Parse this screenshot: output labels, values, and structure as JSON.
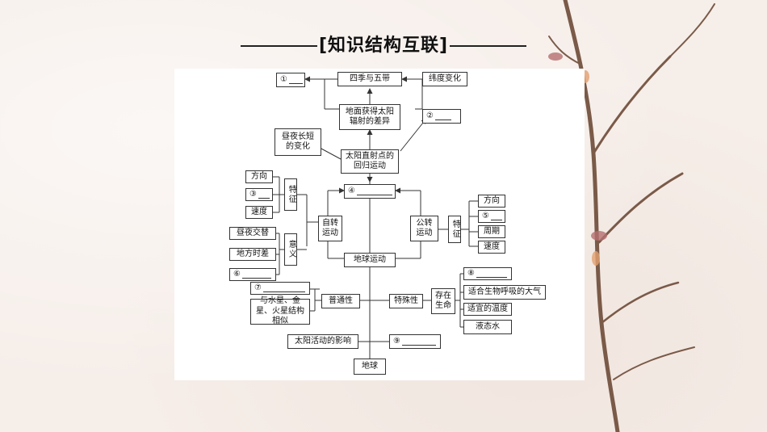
{
  "page": {
    "title": "[知识结构互联]"
  },
  "diagram": {
    "nodes": {
      "n1": "①",
      "sijiwudai": "四季与五带",
      "weidubianhua": "纬度变化",
      "dimian": "地面获得太阳辐射的差异",
      "n2": "②",
      "zhouye_changduan": "昼夜长短的变化",
      "taiyang_zhishedian": "太阳直射点的回归运动",
      "fangxiang_l": "方向",
      "n3": "③",
      "sudu_l": "速度",
      "tezheng_l": "特征",
      "n4": "④",
      "zizhuan": "自转运动",
      "gongzhuan": "公转运动",
      "tezheng_r": "特征",
      "fangxiang_r": "方向",
      "n5": "⑤",
      "zhouqi": "周期",
      "sudu_r": "速度",
      "zhouye_jiaoti": "昼夜交替",
      "difang_shicha": "地方时差",
      "yiyi": "意义",
      "n6": "⑥",
      "diqiu_yundong": "地球运动",
      "n7": "⑦",
      "putongxing": "普通性",
      "teshuxing": "特殊性",
      "cunzai_shengming": "存在生命",
      "n8": "⑧",
      "daqi": "适合生物呼吸的大气",
      "wendu": "适宜的温度",
      "yetaishui": "液态水",
      "xingqiu": "与水星、金星、火星结构相似",
      "taiyang_huodong": "太阳活动的影响",
      "n9": "⑨",
      "diqiu": "地球"
    }
  }
}
